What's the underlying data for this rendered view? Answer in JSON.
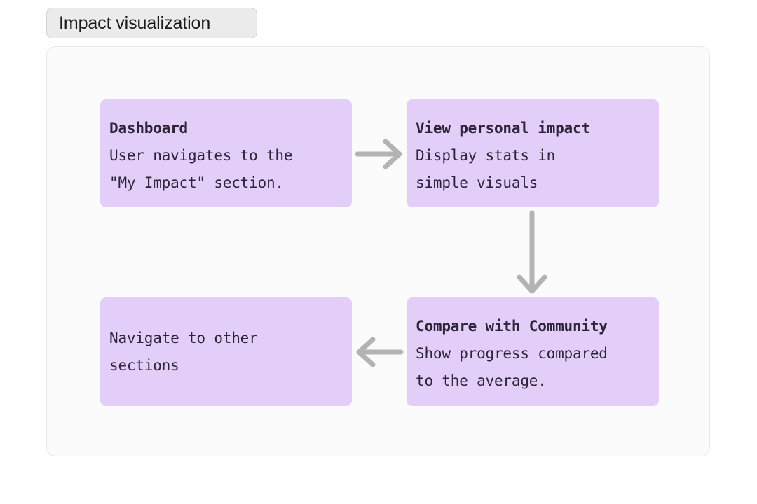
{
  "page": {
    "background_color": "#ffffff"
  },
  "title_badge": {
    "label": "Impact visualization",
    "background_color": "#ebebeb",
    "border_color": "#d2d2d2",
    "text_color": "#1a1a1a"
  },
  "diagram": {
    "container": {
      "background_color": "#fbfbfb",
      "border_color": "#e9e9e9"
    },
    "node_fill_color": "#e3cefa",
    "node_text_color": "#2d2438",
    "arrow_color": "#b3b3b3",
    "nodes": [
      {
        "id": "dashboard",
        "title": "Dashboard",
        "body": "User navigates to the\n\"My Impact\" section."
      },
      {
        "id": "view-personal-impact",
        "title": "View personal impact",
        "body": "Display stats in\nsimple visuals"
      },
      {
        "id": "compare-with-community",
        "title": "Compare with Community",
        "body": "Show progress compared\nto the average."
      },
      {
        "id": "navigate-to-other-sections",
        "title": "",
        "body": "Navigate to other\nsections"
      }
    ],
    "arrows": [
      {
        "id": "dashboard-to-view-impact",
        "direction": "right"
      },
      {
        "id": "view-impact-to-compare",
        "direction": "down"
      },
      {
        "id": "compare-to-navigate-other",
        "direction": "left"
      }
    ]
  }
}
